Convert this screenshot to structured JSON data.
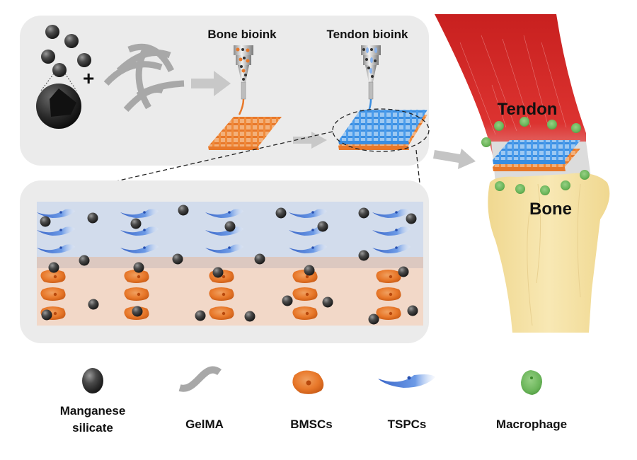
{
  "figure": {
    "top_panel": {
      "bone_bioink_label": "Bone bioink",
      "tendon_bioink_label": "Tendon bioink",
      "plus_sign": "+"
    },
    "anatomy": {
      "tendon_label": "Tendon",
      "bone_label": "Bone"
    },
    "zoom_panel": {
      "layers": [
        "Tendon layer (TSPCs)",
        "Interface",
        "Bone layer (BMSCs)"
      ]
    },
    "legend": [
      {
        "icon": "manganese-silicate-sphere-icon",
        "label_line1": "Manganese",
        "label_line2": "silicate"
      },
      {
        "icon": "gelma-strand-icon",
        "label_line1": "GelMA",
        "label_line2": ""
      },
      {
        "icon": "bmsc-cell-icon",
        "label_line1": "BMSCs",
        "label_line2": ""
      },
      {
        "icon": "tspc-cell-icon",
        "label_line1": "TSPCs",
        "label_line2": ""
      },
      {
        "icon": "macrophage-icon",
        "label_line1": "Macrophage",
        "label_line2": ""
      }
    ],
    "colors": {
      "panel_bg": "#ebebeb",
      "bone_orange": "#e8782a",
      "tendon_blue": "#3a8de0",
      "tspc_blue": "#4a78d0",
      "muscle_red": "#d42a26",
      "bone_yellow": "#f5e2a0",
      "macrophage_green": "#6bb55a",
      "particle_dark": "#3a3a3a",
      "arrow_gray": "#c4c4c4"
    }
  }
}
